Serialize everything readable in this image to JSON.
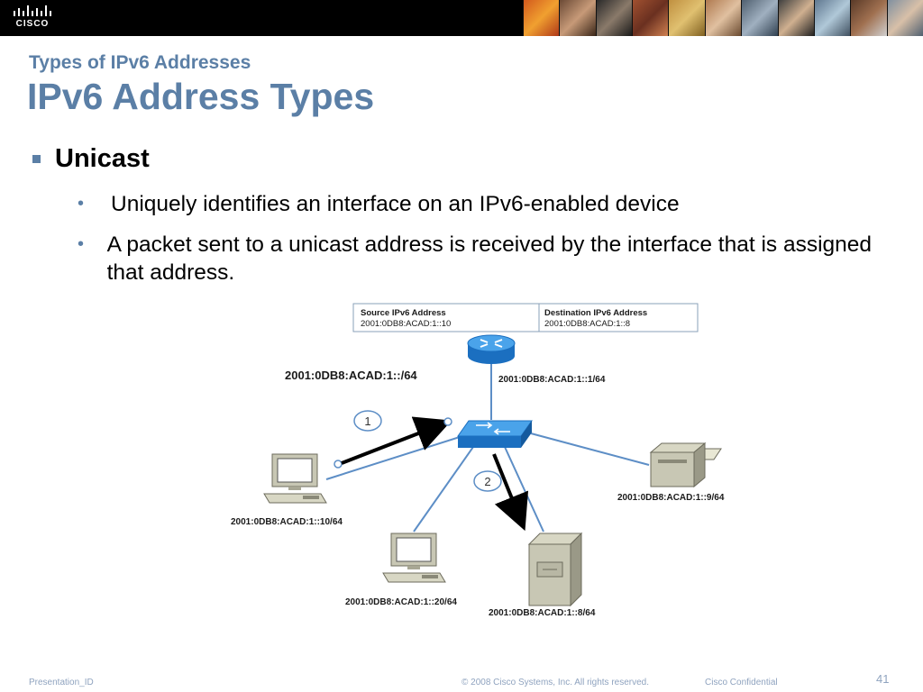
{
  "brand": {
    "logo_text": "CISCO"
  },
  "header": {
    "kicker": "Types of IPv6 Addresses",
    "title": "IPv6 Address Types"
  },
  "content": {
    "heading": "Unicast",
    "bullets": [
      "Uniquely identifies an interface on an IPv6-enabled device",
      "A packet sent to a unicast address is received by the interface that is assigned that address."
    ]
  },
  "diagram": {
    "packet_header": {
      "source_label": "Source IPv6 Address",
      "source_value": "2001:0DB8:ACAD:1::10",
      "dest_label": "Destination IPv6 Address",
      "dest_value": "2001:0DB8:ACAD:1::8"
    },
    "network_prefix": "2001:0DB8:ACAD:1::/64",
    "router_address": "2001:0DB8:ACAD:1::1/64",
    "pc1_address": "2001:0DB8:ACAD:1::10/64",
    "pc2_address": "2001:0DB8:ACAD:1::20/64",
    "server_address": "2001:0DB8:ACAD:1::8/64",
    "printer_address": "2001:0DB8:ACAD:1::9/64",
    "step1": "1",
    "step2": "2"
  },
  "footer": {
    "presentation_id": "Presentation_ID",
    "copyright": "© 2008 Cisco Systems, Inc. All rights reserved.",
    "confidential": "Cisco Confidential",
    "page_number": "41"
  },
  "colors": {
    "title_blue": "#5b7fa6",
    "link_line": "#5d8ec6",
    "device_blue": "#1f78c8",
    "footer_text": "#8fa3bf"
  }
}
